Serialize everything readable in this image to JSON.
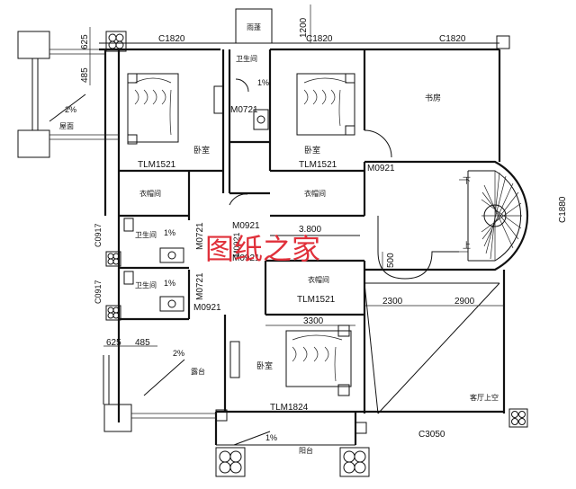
{
  "labels": {
    "yutai": "雨蓬",
    "shufang": "书房",
    "woshi1": "卧室",
    "woshi2": "卧室",
    "woshi3": "卧室",
    "yimaojian1": "衣帽间",
    "yimaojian2": "衣帽间",
    "yimaojian3": "衣帽间",
    "wsj1": "卫生间",
    "wsj2": "卫生间",
    "wsj3": "卫生间",
    "wumian": "屋面",
    "lutai": "露台",
    "yangtai": "阳台",
    "keting": "客厅上空",
    "xia": "下",
    "shang": "上"
  },
  "codes": {
    "c1820a": "C1820",
    "c1820b": "C1820",
    "c1820c": "C1820",
    "c3050": "C3050",
    "c1880": "C1880",
    "tlm1521a": "TLM1521",
    "tlm1521b": "TLM1521",
    "tlm1521c": "TLM1521",
    "tlm1824": "TLM1824",
    "m0921a": "M0921",
    "m0921b": "M0921",
    "m0921c": "M0921",
    "m0921d": "M0921",
    "m0921e": "M0921",
    "m0721a": "M0721",
    "m0721b": "M0721",
    "m0721c": "M0721",
    "c0917": "C0917",
    "c0917b": "C0917"
  },
  "dims": {
    "d625a": "625",
    "d485a": "485",
    "d1200": "1200",
    "d625b": "625",
    "d485b": "485",
    "d3800": "3.800",
    "d500": "500",
    "d2300": "2300",
    "d2900": "2900",
    "d3300": "3300"
  },
  "slopes": {
    "s2a": "2%",
    "s1a": "1%",
    "s1b": "1%",
    "s1c": "1%",
    "s2b": "2%",
    "s1d": "1%"
  },
  "watermark": "图纸之家",
  "watermark_color": "#e0303a"
}
